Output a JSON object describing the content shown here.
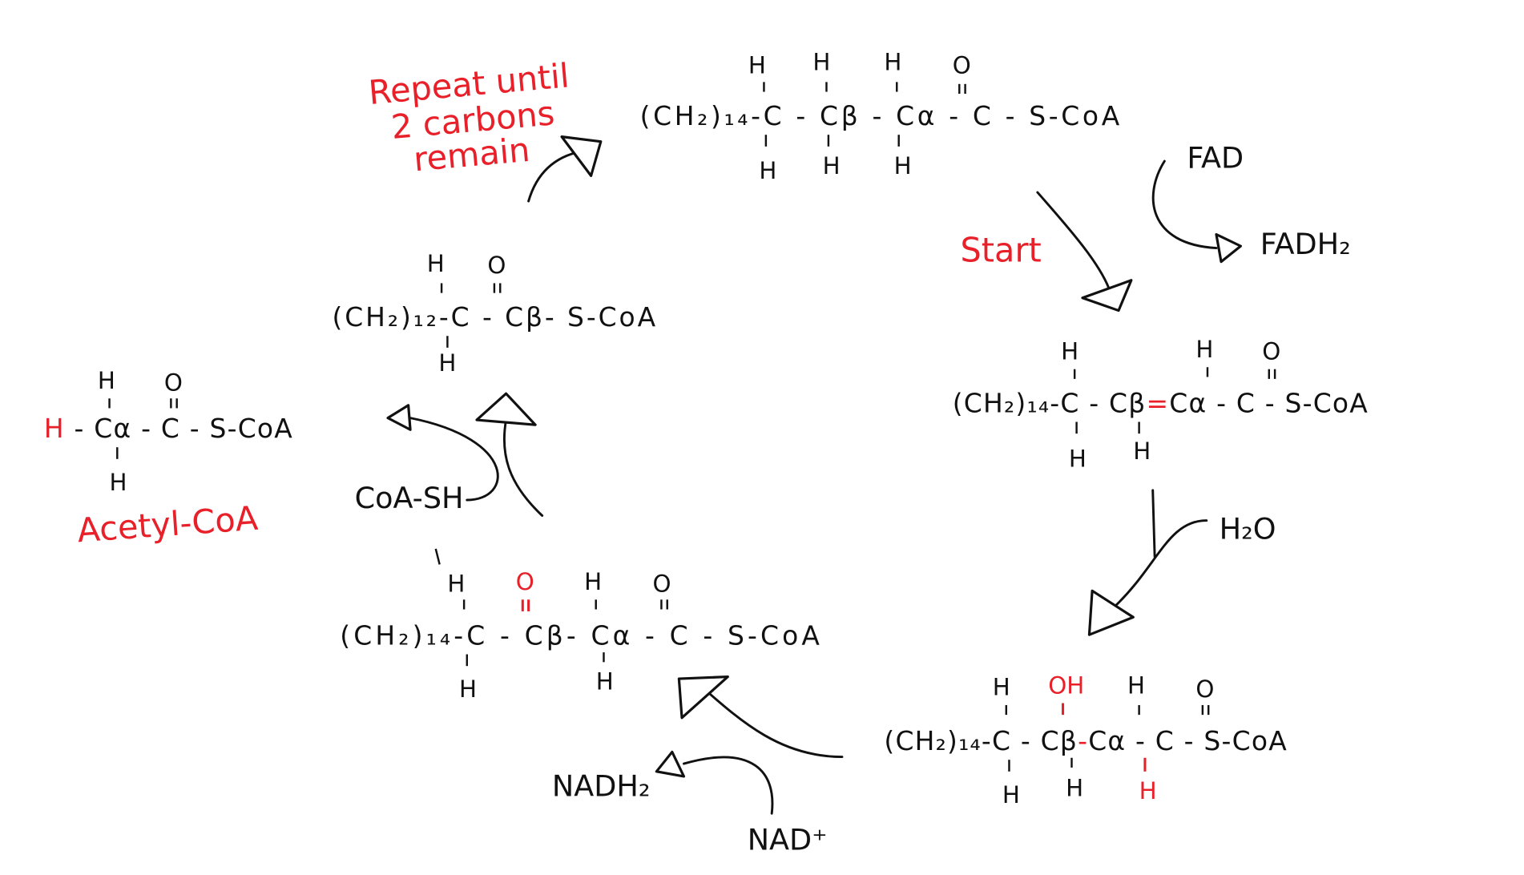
{
  "title": "Beta-oxidation cycle",
  "colors": {
    "ink": "#111111",
    "highlight": "#e8202a"
  },
  "labels": {
    "repeat": [
      "Repeat until",
      "2 carbons",
      "remain"
    ],
    "start": "Start",
    "fad": "FAD",
    "fadh2": "FADH₂",
    "h2o": "H₂O",
    "nad": "NAD⁺",
    "nadh2": "NADH₂",
    "coash": "CoA-SH",
    "acetyl": "Acetyl-CoA"
  },
  "molecules": {
    "palmitoyl": {
      "main": "(CH₂)₁₄-C - Cβ - Cα - C - S-CoA",
      "top": [
        "H",
        "H",
        "H",
        "O"
      ],
      "bottom": [
        "H",
        "H",
        "H"
      ]
    },
    "enoyl": {
      "main_a": "(CH₂)₁₄-C - Cβ",
      "main_b": "=",
      "main_c": "Cα - C - S-CoA",
      "top": [
        "H",
        "H",
        "O"
      ],
      "bottom": [
        "H",
        "H"
      ]
    },
    "hydroxyacyl": {
      "main_a": "(CH₂)₁₄-C - Cβ",
      "main_b": "-",
      "main_c": "Cα - C - S-CoA",
      "top": [
        "H",
        "OH",
        "H",
        "O"
      ],
      "bottom": [
        "H",
        "H",
        "H"
      ]
    },
    "ketoacyl": {
      "main": "(CH₂)₁₄-C - Cβ- Cα - C - S-CoA",
      "top": [
        "H",
        "O",
        "H",
        "O"
      ],
      "bottom": [
        "H",
        "H"
      ]
    },
    "shortened": {
      "main": "(CH₂)₁₂-C - Cβ- S-CoA",
      "top": [
        "H",
        "O"
      ],
      "bottom": [
        "H"
      ]
    },
    "acetyl": {
      "main_a": "H",
      "main_b": " - Cα - C - S-CoA",
      "top": [
        "H",
        "O"
      ],
      "bottom": [
        "H"
      ]
    }
  }
}
